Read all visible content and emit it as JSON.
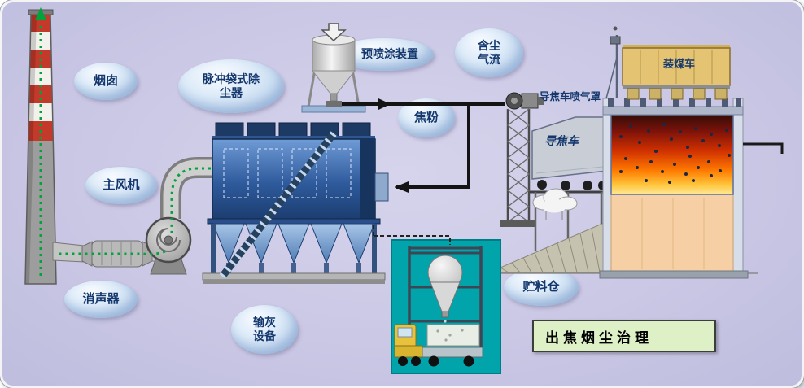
{
  "title_box": {
    "text": "出焦烟尘治理"
  },
  "bubbles": {
    "chimney": {
      "label": "烟囱"
    },
    "bag_filter": {
      "line1": "脉冲袋式除",
      "line2": "尘器"
    },
    "pre_spray": {
      "label": "预喷涂装置"
    },
    "dust_flow": {
      "line1": "含尘",
      "line2": "气流"
    },
    "coke_powder": {
      "label": "焦粉"
    },
    "main_fan": {
      "label": "主风机"
    },
    "muffler": {
      "label": "消声器"
    },
    "ash_conveyor": {
      "line1": "输灰",
      "line2": "设备"
    },
    "storage_bin": {
      "label": "贮料仓"
    }
  },
  "machine_labels": {
    "jet_hood": "导焦车喷气罩",
    "coke_guide_car": "导焦车",
    "coal_charging_car": "装煤车"
  },
  "colors": {
    "background": "#c9c7e4",
    "bubble_text": "#14386e",
    "title_box_bg": "#def0c6",
    "storage_panel_teal": "#00a4aa",
    "flow_dots_green": "#00a33c",
    "pipe_black": "#141414",
    "oven_hot_orange": "#f46a00",
    "coal_car_yellow": "#e4c473"
  }
}
